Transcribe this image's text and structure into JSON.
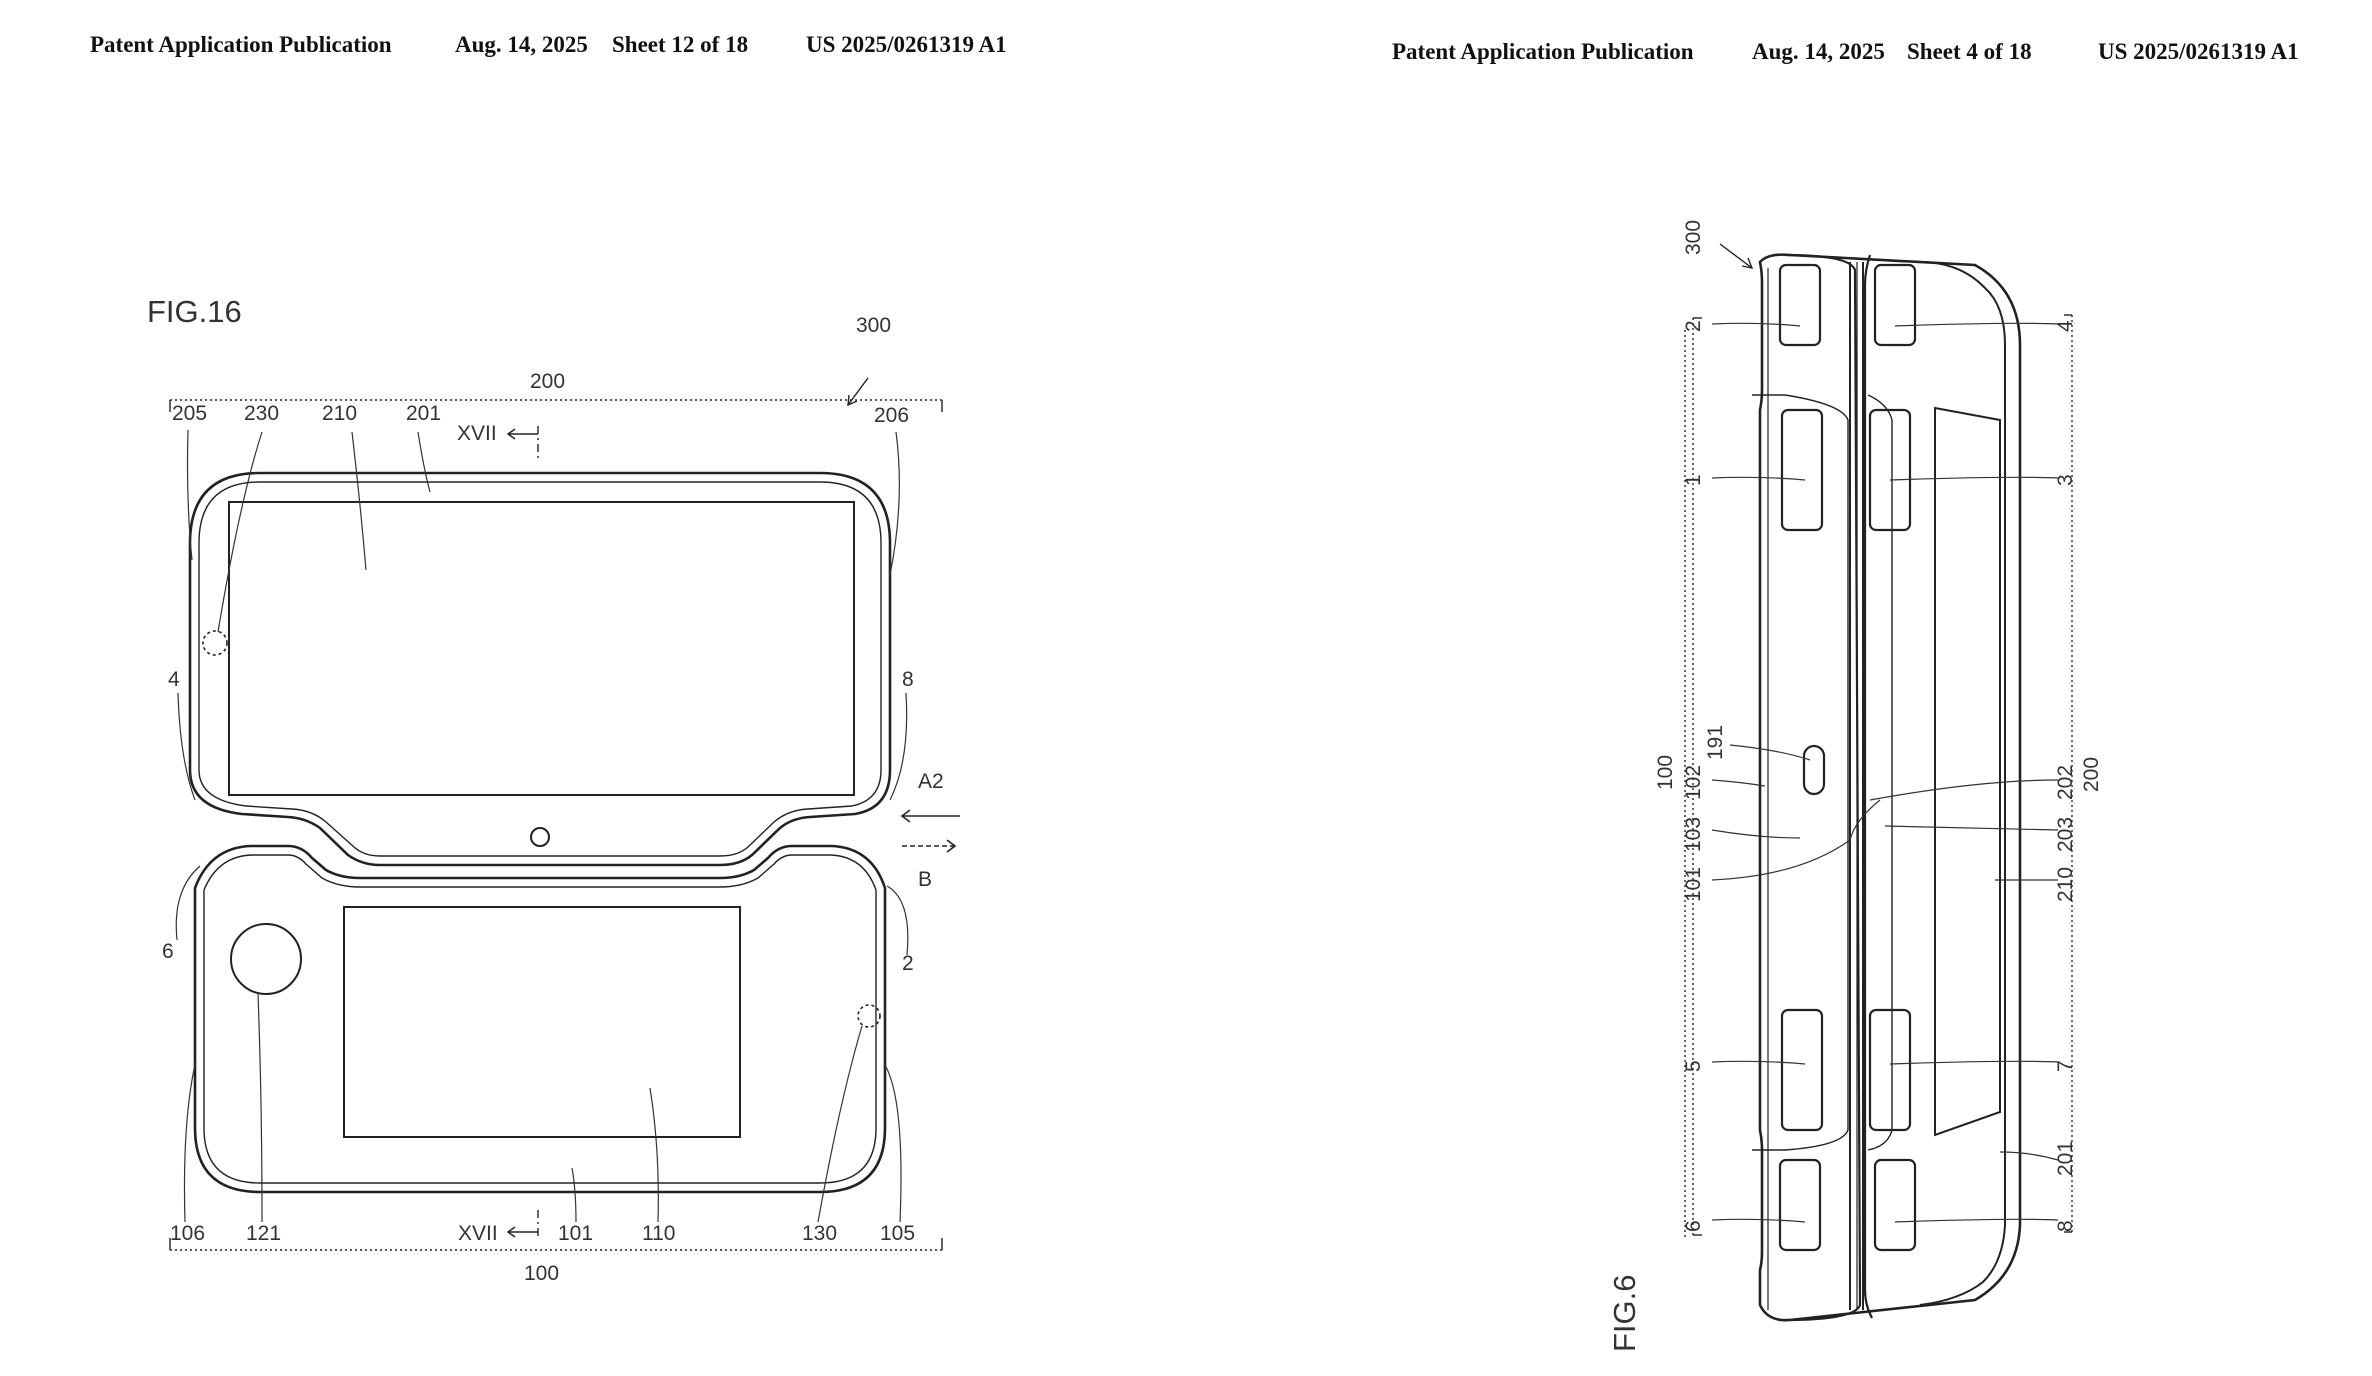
{
  "left_header": {
    "title": "Patent Application Publication",
    "date": "Aug. 14, 2025",
    "sheet": "Sheet 12 of 18",
    "pubno": "US 2025/0261319 A1"
  },
  "right_header": {
    "title": "Patent Application Publication",
    "date": "Aug. 14, 2025",
    "sheet": "Sheet 4 of 18",
    "pubno": "US 2025/0261319 A1"
  },
  "fig16": {
    "title": "FIG.16",
    "labels": {
      "l300": "300",
      "l200": "200",
      "l205": "205",
      "l230": "230",
      "l210": "210",
      "l201": "201",
      "l206": "206",
      "xvii_top": "XVII",
      "l4": "4",
      "l8": "8",
      "a2": "A2",
      "b": "B",
      "l6": "6",
      "l2": "2",
      "l106": "106",
      "l121": "121",
      "xvii_bottom": "XVII",
      "l101": "101",
      "l110": "110",
      "l130": "130",
      "l105": "105",
      "l100": "100"
    }
  },
  "fig6": {
    "title": "FIG.6",
    "labels": {
      "l300": "300",
      "l2": "2",
      "l4": "4",
      "l1": "1",
      "l3": "3",
      "l191": "191",
      "l100": "100",
      "l102": "102",
      "l103": "103",
      "l101": "101",
      "l202": "202",
      "l203": "203",
      "l210": "210",
      "l200": "200",
      "l5": "5",
      "l7": "7",
      "l201": "201",
      "l6": "6",
      "l8": "8"
    }
  },
  "colors": {
    "ink": "#222222",
    "text": "#333333",
    "background": "#ffffff"
  }
}
